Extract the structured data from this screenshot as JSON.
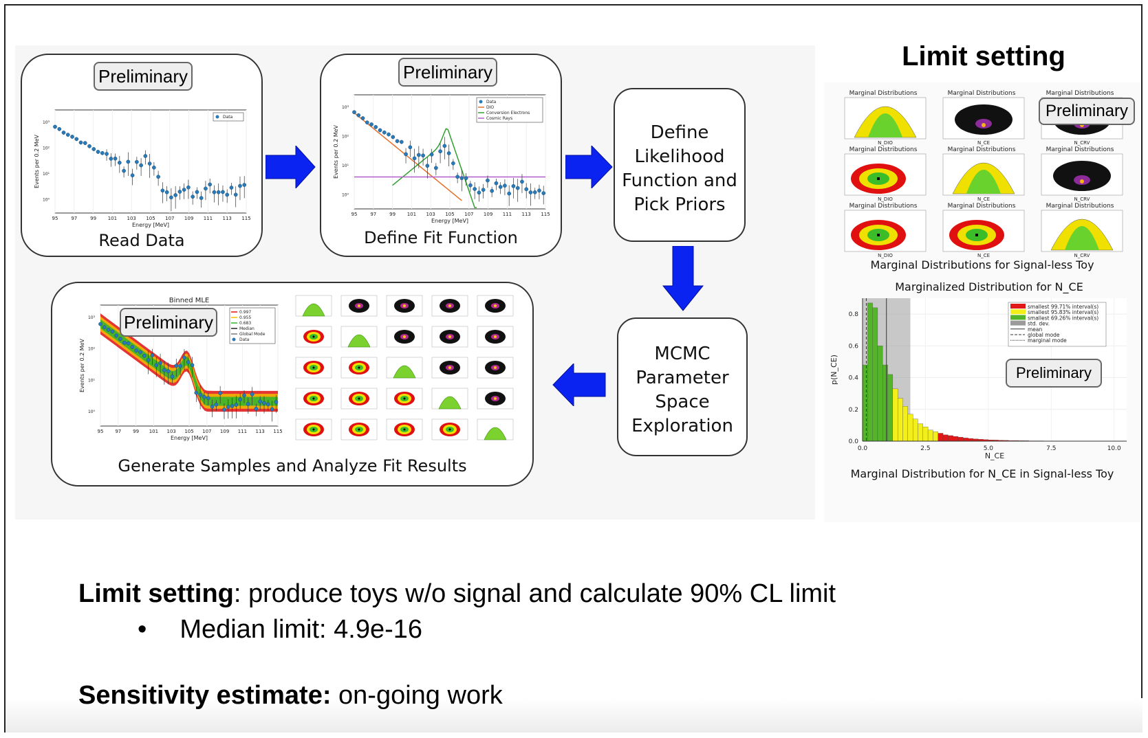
{
  "preliminary_label": "Preliminary",
  "stages": {
    "read_data": {
      "label": "Read Data",
      "legend": [
        "Data"
      ],
      "xlabel": "Energy [MeV]",
      "ylabel": "Events per 0.2 MeV"
    },
    "define_fit": {
      "label": "Define Fit Function",
      "legend": [
        "Data",
        "DIO",
        "Conversion Electrons",
        "Cosmic Rays"
      ],
      "xlabel": "Energy [MeV]",
      "ylabel": "Events per 0.2 MeV"
    },
    "likelihood": {
      "lines": [
        "Define",
        "Likelihood",
        "Function and",
        "Pick Priors"
      ]
    },
    "mcmc": {
      "lines": [
        "MCMC",
        "Parameter",
        "Space",
        "Exploration"
      ]
    },
    "generate": {
      "label": "Generate Samples and Analyze Fit Results",
      "plot_title": "Binned MLE",
      "legend": [
        "0.997",
        "0.955",
        "0.683",
        "Median",
        "Global Mode",
        "Data"
      ],
      "xlabel": "Energy [MeV]",
      "ylabel": "Events per 0.2 MeV"
    }
  },
  "x_ticks": [
    "95",
    "97",
    "99",
    "101",
    "103",
    "105",
    "107",
    "109",
    "111",
    "113",
    "115"
  ],
  "right": {
    "title": "Limit setting",
    "grid_title": "Marginal Distributions",
    "grid_caption": "Marginal Distributions for Signal-less Toy",
    "hist_title": "Marginalized Distribution for N_CE",
    "hist_caption": "Marginal Distribution for N_CE in Signal-less Toy",
    "hist_xlabel": "N_CE",
    "hist_ylabel": "p(N_CE)",
    "hist_legend": [
      "smallest 99.71% interval(s)",
      "smallest 95.83% interval(s)",
      "smallest 69.26% interval(s)",
      "std. dev.",
      "mean",
      "global mode",
      "marginal mode"
    ],
    "grid_xlabels": [
      "N_DIO",
      "N_CE",
      "N_CRV"
    ]
  },
  "chart_data": {
    "type": "bar",
    "title": "Marginalized Distribution for N_CE",
    "xlabel": "N_CE",
    "ylabel": "p(N_CE)",
    "xlim": [
      0,
      10.5
    ],
    "ylim": [
      0,
      0.9
    ],
    "x_ticks": [
      0.0,
      2.5,
      5.0,
      7.5,
      10.0
    ],
    "y_ticks": [
      0.0,
      0.2,
      0.4,
      0.6,
      0.8
    ],
    "bin_width": 0.2,
    "values": [
      0.48,
      0.87,
      0.84,
      0.6,
      0.48,
      0.42,
      0.33,
      0.27,
      0.22,
      0.17,
      0.14,
      0.11,
      0.09,
      0.07,
      0.06,
      0.05,
      0.04,
      0.035,
      0.03,
      0.025,
      0.02,
      0.017,
      0.014,
      0.012,
      0.01,
      0.008,
      0.007,
      0.006,
      0.005,
      0.004,
      0.004,
      0.003,
      0.003,
      0.002,
      0.002,
      0.002,
      0.001,
      0.001,
      0.001,
      0.001
    ]
  },
  "summary": {
    "line1_bold": "Limit setting",
    "line1_rest": ": produce toys w/o signal and calculate 90% CL limit",
    "bullet_marker": "•",
    "bullet": "Median limit: 4.9e-16",
    "line2_bold": "Sensitivity estimate:",
    "line2_rest": " on-going work"
  }
}
